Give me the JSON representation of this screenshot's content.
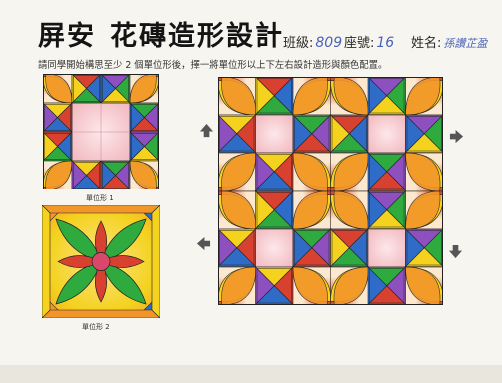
{
  "header": {
    "school": "屏安",
    "topic": "花磚造形設計",
    "class_label": "班級:",
    "class_value": "809",
    "seat_label": "座號:",
    "seat_value": "16",
    "name_label": "姓名:",
    "name_value": "孫讚芷盈"
  },
  "instruction": "請同學開始構思至少 2 個單位形後，擇一將單位形以上下左右設計造形與顏色配置。",
  "unit1": {
    "caption": "單位形 1"
  },
  "unit2": {
    "caption": "單位形 2"
  },
  "arrows": [
    "arrow-up",
    "arrow-right",
    "arrow-left",
    "arrow-down"
  ],
  "colors": {
    "red": "#d8412f",
    "orange": "#f2962a",
    "yellow": "#f4d21e",
    "green": "#2eaa3f",
    "blue": "#2f6cc7",
    "purple": "#8e4fbf",
    "pink": "#f0b3ba",
    "paper": "#f7f5ef"
  }
}
